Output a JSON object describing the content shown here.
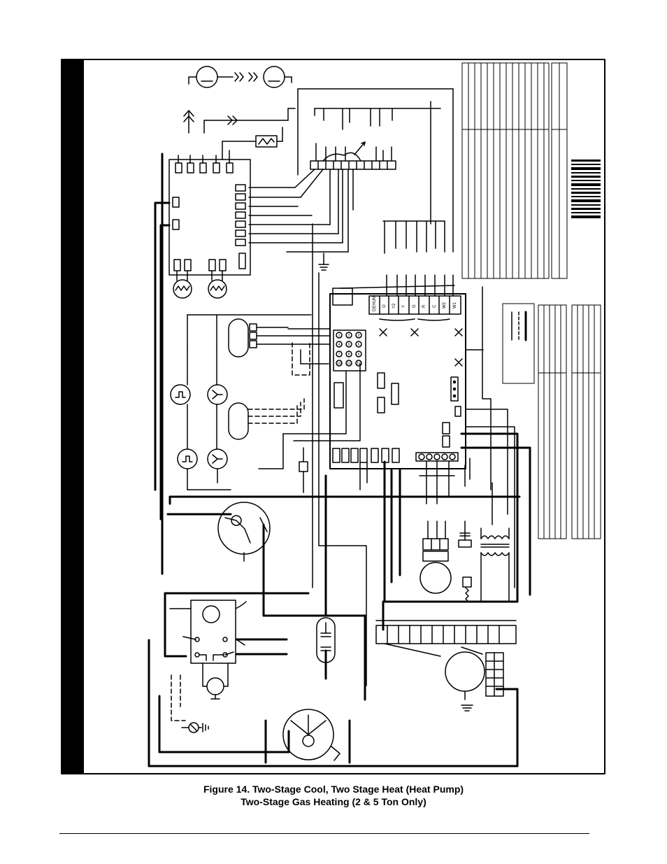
{
  "caption": {
    "line1": "Figure 14. Two-Stage Cool, Two Stage Heat (Heat Pump)",
    "line2": "Two-Stage Gas Heating (2 & 5 Ton Only)"
  },
  "thermostat_terminals": [
    "DEHUM",
    "O",
    "Y2",
    "Y",
    "G",
    "R",
    "C",
    "W2",
    "W1"
  ],
  "board_pins": [
    "1",
    "2",
    "3",
    "4",
    "5",
    "6",
    "7",
    "8",
    "9",
    "10",
    "11",
    "12"
  ],
  "colors": {
    "ink": "#000000",
    "paper": "#ffffff"
  }
}
